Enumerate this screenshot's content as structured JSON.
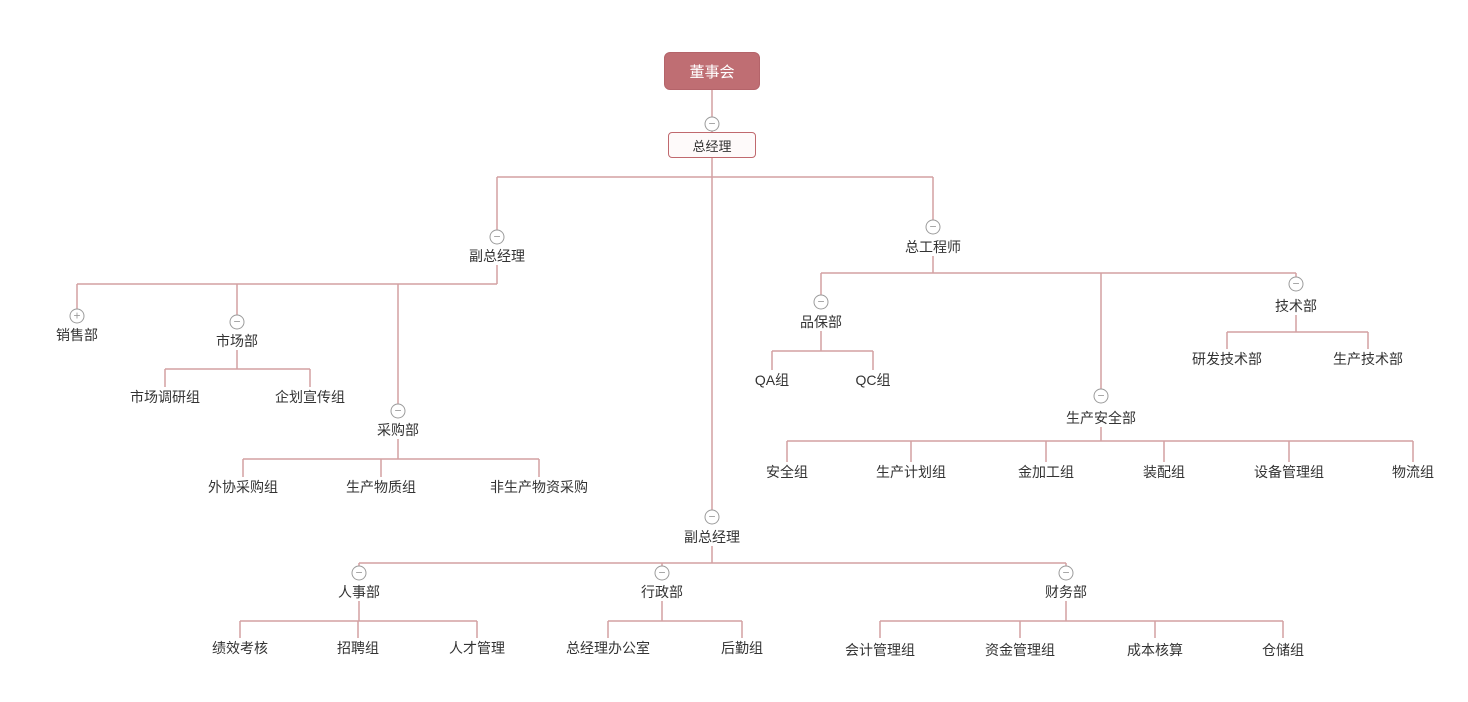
{
  "glyphs": {
    "collapse": "−",
    "expand": "+"
  },
  "colors": {
    "root_node_bg": "#bf6e73",
    "node_border": "#c0696e",
    "connector_line": "#d4a0a2",
    "expander_icon": "#9b9b9b",
    "label_text": "#333333"
  },
  "tree": {
    "label": "董事会",
    "children": [
      {
        "label": "总经理",
        "children": [
          {
            "label": "副总经理",
            "children": [
              {
                "label": "销售部",
                "collapsed": true
              },
              {
                "label": "市场部",
                "children": [
                  {
                    "label": "市场调研组"
                  },
                  {
                    "label": "企划宣传组"
                  }
                ]
              },
              {
                "label": "采购部",
                "children": [
                  {
                    "label": "外协采购组"
                  },
                  {
                    "label": "生产物质组"
                  },
                  {
                    "label": "非生产物资采购"
                  }
                ]
              }
            ]
          },
          {
            "label": "总工程师",
            "children": [
              {
                "label": "品保部",
                "children": [
                  {
                    "label": "QA组"
                  },
                  {
                    "label": "QC组"
                  }
                ]
              },
              {
                "label": "生产安全部",
                "children": [
                  {
                    "label": "安全组"
                  },
                  {
                    "label": "生产计划组"
                  },
                  {
                    "label": "金加工组"
                  },
                  {
                    "label": "装配组"
                  },
                  {
                    "label": "设备管理组"
                  },
                  {
                    "label": "物流组"
                  }
                ]
              },
              {
                "label": "技术部",
                "children": [
                  {
                    "label": "研发技术部"
                  },
                  {
                    "label": "生产技术部"
                  }
                ]
              }
            ]
          },
          {
            "label": "副总经理",
            "children": [
              {
                "label": "人事部",
                "children": [
                  {
                    "label": "绩效考核"
                  },
                  {
                    "label": "招聘组"
                  },
                  {
                    "label": "人才管理"
                  }
                ]
              },
              {
                "label": "行政部",
                "children": [
                  {
                    "label": "总经理办公室"
                  },
                  {
                    "label": "后勤组"
                  }
                ]
              },
              {
                "label": "财务部",
                "children": [
                  {
                    "label": "会计管理组"
                  },
                  {
                    "label": "资金管理组"
                  },
                  {
                    "label": "成本核算"
                  },
                  {
                    "label": "仓储组"
                  }
                ]
              }
            ]
          }
        ]
      }
    ]
  }
}
